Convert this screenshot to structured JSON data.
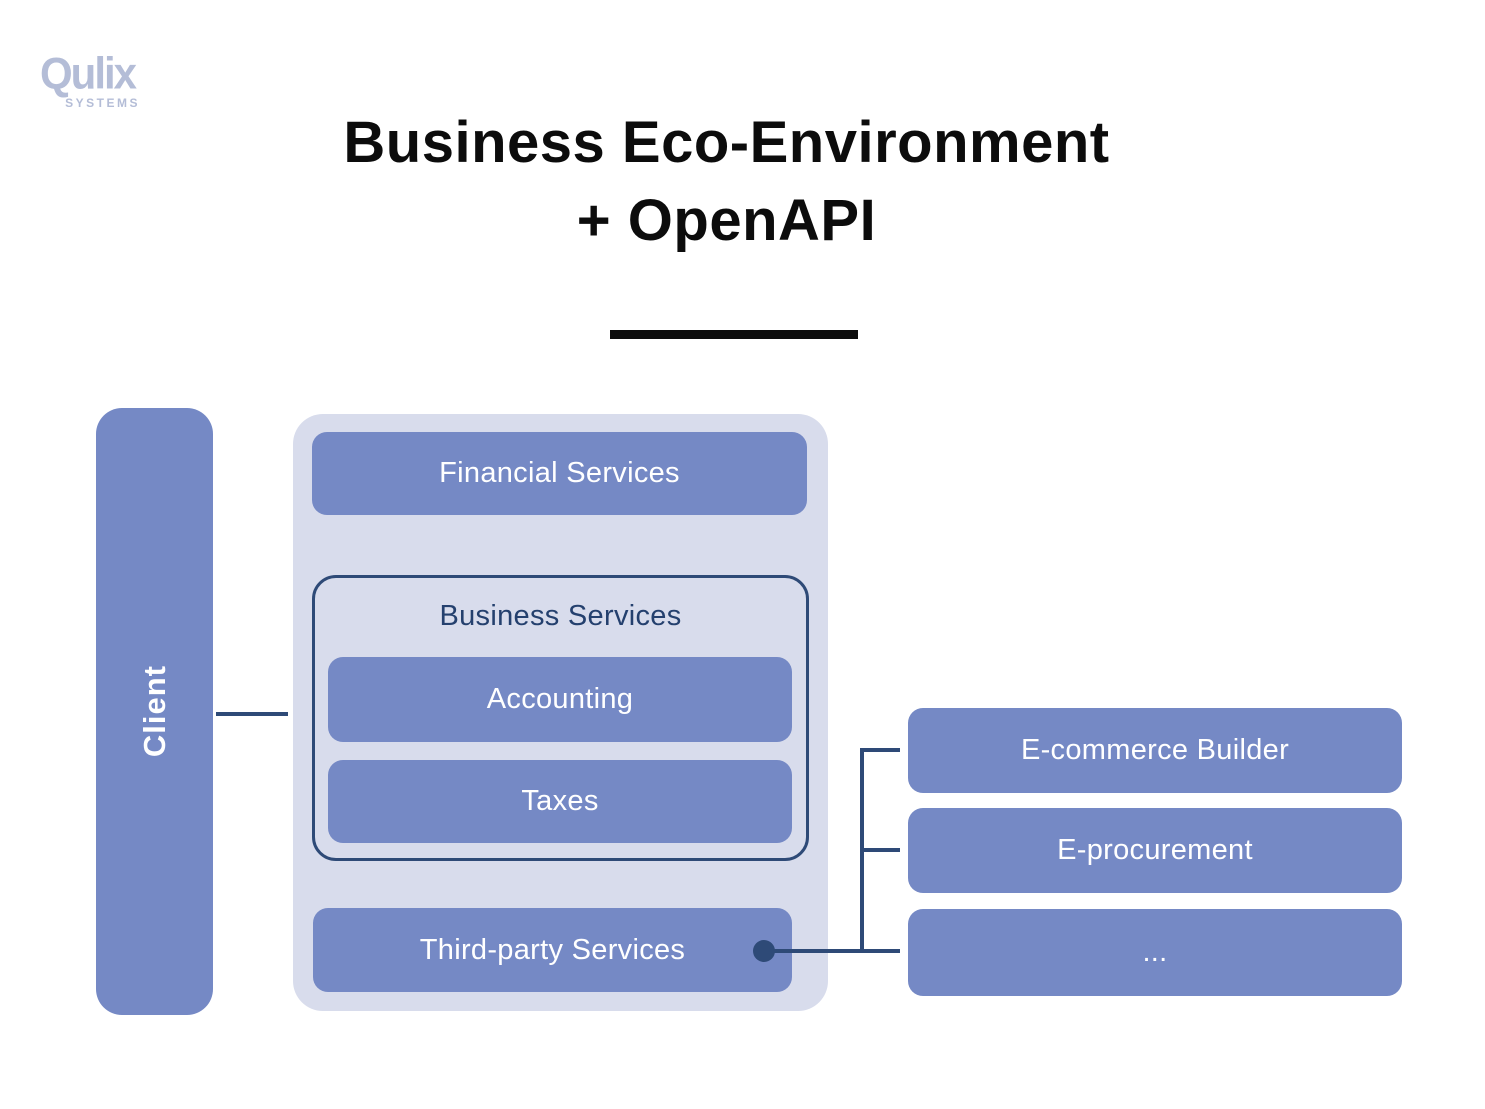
{
  "logo": {
    "name": "Qulix",
    "subtitle": "SYSTEMS"
  },
  "title": {
    "line1": "Business Eco-Environment",
    "line2": "+ OpenAPI"
  },
  "client": {
    "label": "Client"
  },
  "eco": {
    "financial_label": "Financial Services",
    "business_services": {
      "title": "Business Services",
      "items": [
        "Accounting",
        "Taxes"
      ]
    },
    "third_party_label": "Third-party Services"
  },
  "external": {
    "items": [
      "E-commerce Builder",
      "E-procurement",
      "..."
    ]
  },
  "colors": {
    "blue": "#7589c5",
    "lavender": "#d8dcec",
    "navy": "#2e4a77",
    "navy-text": "#24406e",
    "title": "#0c0c0c",
    "logo": "#b4bdd7"
  }
}
